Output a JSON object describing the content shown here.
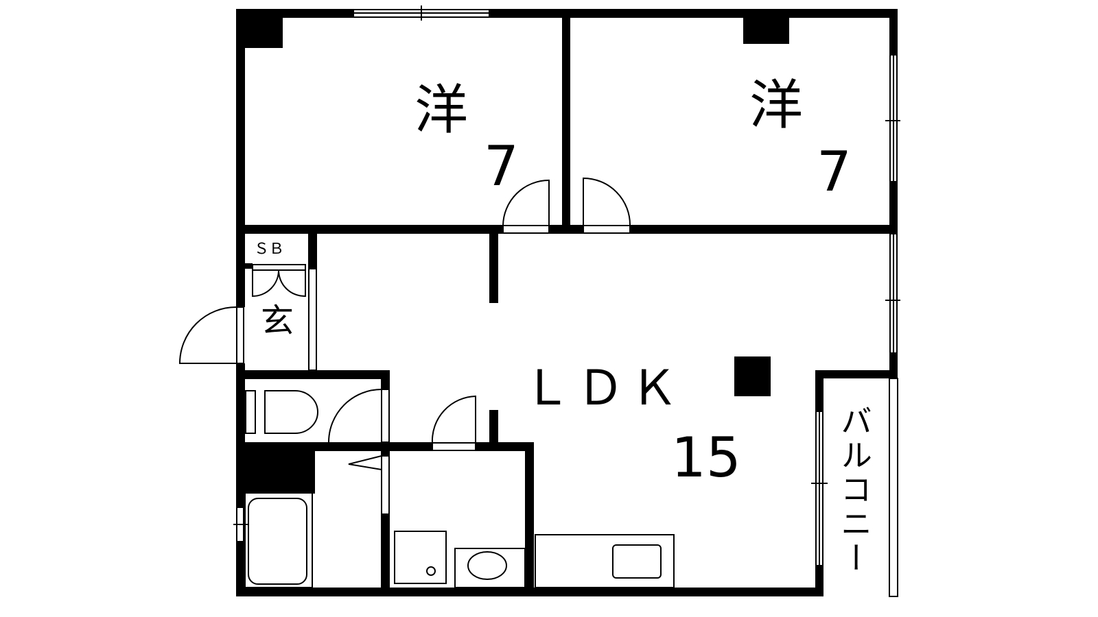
{
  "rooms": {
    "bedroom1": {
      "type": "洋",
      "size": "7"
    },
    "bedroom2": {
      "type": "洋",
      "size": "7"
    },
    "ldk": {
      "type": "ＬＤＫ",
      "size": "15"
    },
    "storage": {
      "label": "ＳＢ"
    },
    "entrance": {
      "label": "玄"
    },
    "balcony": {
      "label": "バルコニー"
    }
  },
  "colors": {
    "wall": "#000000",
    "background": "#ffffff"
  }
}
